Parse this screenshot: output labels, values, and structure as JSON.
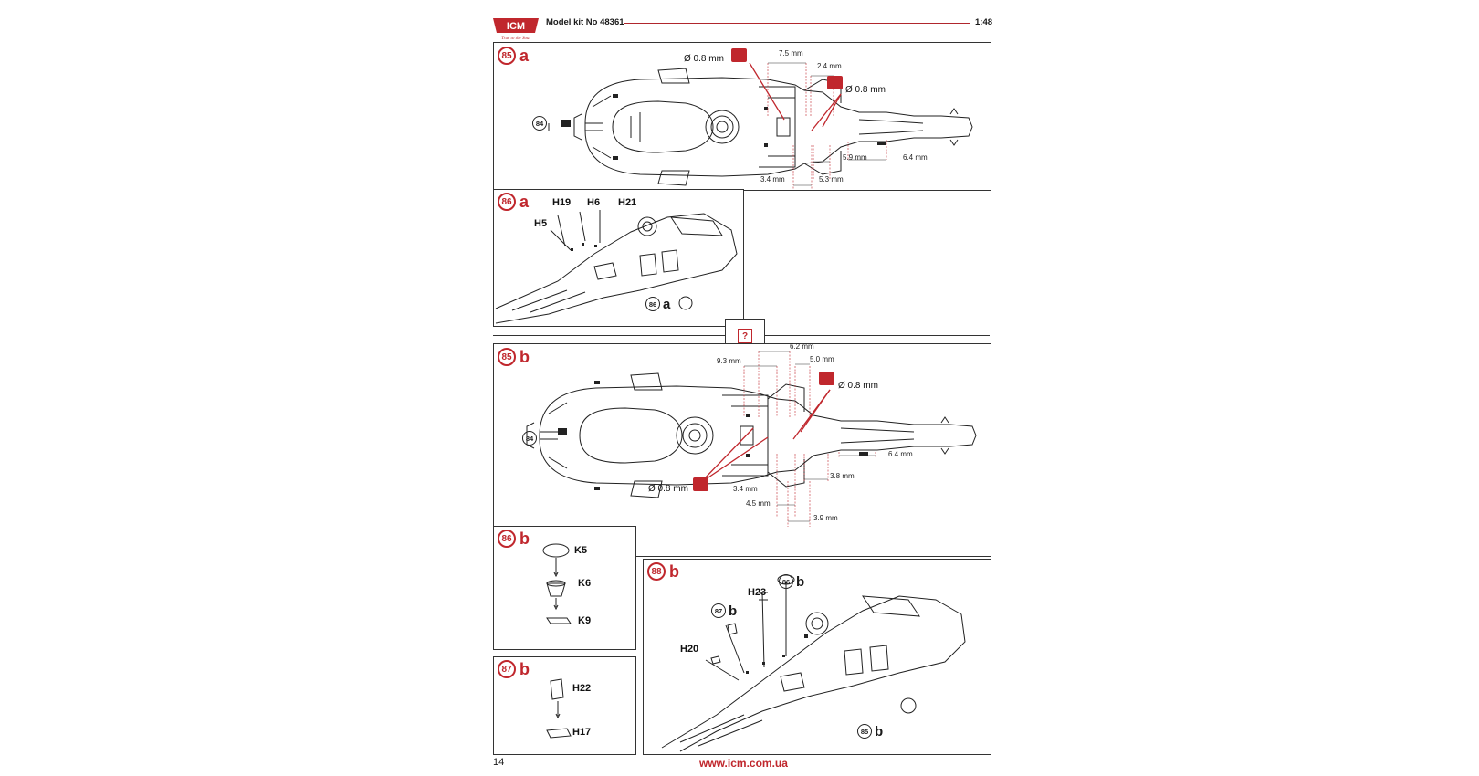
{
  "header": {
    "brand": "ICM",
    "tagline": "True to the Soul",
    "title": "Model kit No 48361",
    "scale": "1:48"
  },
  "steps": {
    "s85a": {
      "num": "85",
      "letter": "a"
    },
    "s86a": {
      "num": "86",
      "letter": "a"
    },
    "s85b": {
      "num": "85",
      "letter": "b"
    },
    "s86b": {
      "num": "86",
      "letter": "b"
    },
    "s87b": {
      "num": "87",
      "letter": "b"
    },
    "s88b": {
      "num": "88",
      "letter": "b"
    }
  },
  "refs": {
    "r84a": {
      "num": "84"
    },
    "r84b": {
      "num": "84"
    },
    "r86a": {
      "num": "86",
      "letter": "a"
    },
    "r86b": {
      "num": "86",
      "letter": "b"
    },
    "r87b": {
      "num": "87",
      "letter": "b"
    },
    "r85b": {
      "num": "85",
      "letter": "b"
    }
  },
  "drill": {
    "d1": "Ø 0.8 mm",
    "d2": "Ø 0.8 mm",
    "d3": "Ø 0.8 mm",
    "d4": "Ø 0.8 mm"
  },
  "dims_a": {
    "d75": "7.5 mm",
    "d24": "2.4 mm",
    "d59": "5.9 mm",
    "d64": "6.4 mm",
    "d34": "3.4 mm",
    "d53": "5.3 mm"
  },
  "dims_b": {
    "d62": "6.2 mm",
    "d93": "9.3 mm",
    "d50": "5.0 mm",
    "d64": "6.4 mm",
    "d38": "3.8 mm",
    "d34": "3.4 mm",
    "d45": "4.5 mm",
    "d39": "3.9 mm"
  },
  "parts": {
    "H19": "H19",
    "H6": "H6",
    "H21": "H21",
    "H5": "H5",
    "K5": "K5",
    "K6": "K6",
    "K9": "K9",
    "H22": "H22",
    "H17": "H17",
    "H23": "H23",
    "H20": "H20"
  },
  "notice_symbol": "?",
  "page_number": "14",
  "website": "www.icm.com.ua",
  "colors": {
    "accent": "#c0272d",
    "line": "#333333"
  }
}
